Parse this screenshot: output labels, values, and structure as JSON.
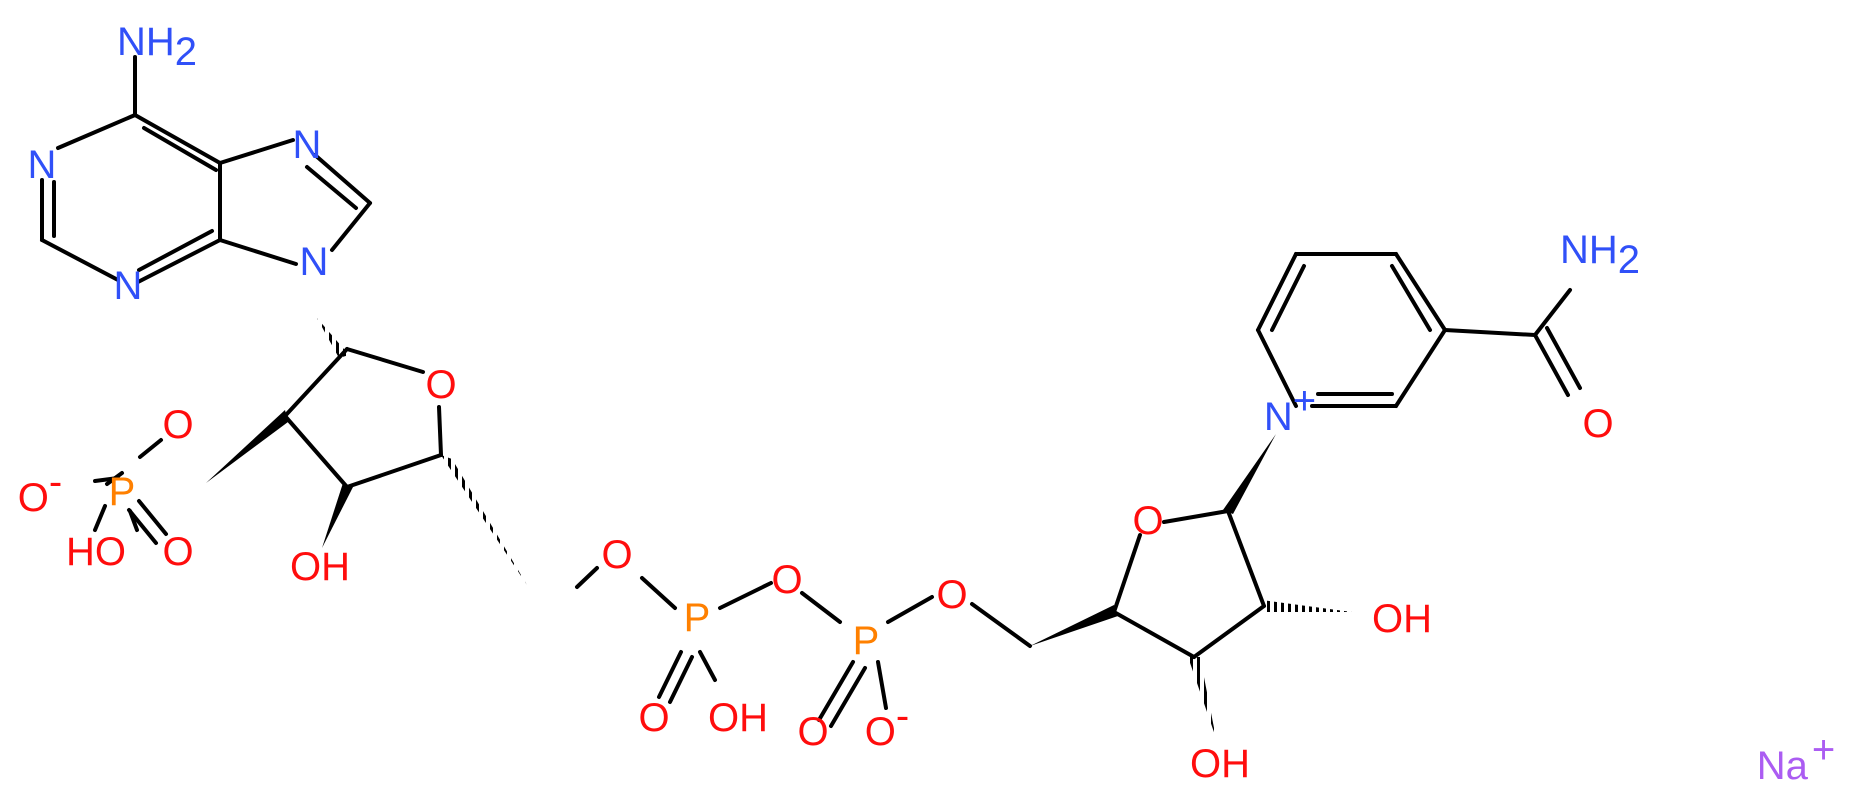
{
  "colors": {
    "bond": "#000000",
    "nitrogen": "#3050F8",
    "oxygen": "#FF0D0D",
    "phosphorus": "#FF8000",
    "sodium": "#AB5CF2"
  },
  "atoms": {
    "adenine_nh2": {
      "main": "NH",
      "sub": "2"
    },
    "n1": "N",
    "n3": "N",
    "n7": "N",
    "n9": "N",
    "ribose1_ring_o": "O",
    "o2_prime": "O",
    "phos1_p": "P",
    "phos1_o_minus": {
      "main": "O",
      "charge": "-"
    },
    "phos1_oh": "HO",
    "phos1_o_double": "O",
    "o3_prime_oh": "OH",
    "o5_prime": "O",
    "pa_p": "P",
    "pa_o_double": "O",
    "pa_oh": "OH",
    "bridge_o": "O",
    "pb_p": "P",
    "pb_o_double": "O",
    "pb_o_minus": {
      "main": "O",
      "charge": "-"
    },
    "o5_prime_nmn": "O",
    "ribose2_ring_o": "O",
    "o2_prime_oh": "OH",
    "o3_prime_oh_nmn": "OH",
    "pyridinium_n": {
      "main": "N",
      "charge": "+"
    },
    "amide_nh2": {
      "main": "NH",
      "sub": "2"
    },
    "amide_o": "O",
    "sodium": {
      "main": "Na",
      "charge": "+"
    }
  }
}
